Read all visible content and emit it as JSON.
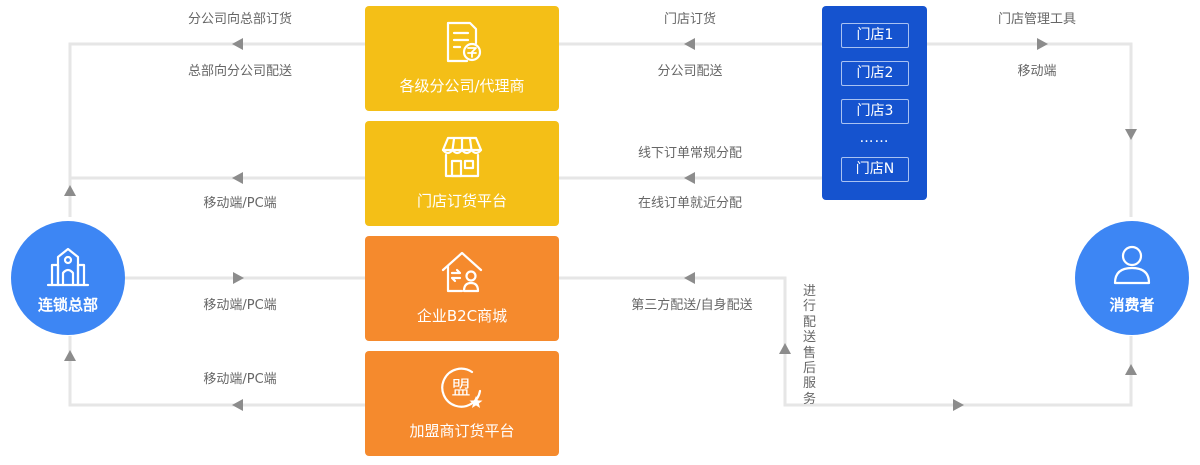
{
  "nodes": {
    "hq": "连锁总部",
    "consumer": "消费者",
    "branch": "各级分公司/代理商",
    "store_platform": "门店订货平台",
    "b2c": "企业B2C商城",
    "franchise": "加盟商订货平台",
    "franchise_icon_char": "盟"
  },
  "stores": {
    "items": [
      "门店1",
      "门店2",
      "门店3"
    ],
    "ellipsis": "……",
    "last": "门店N"
  },
  "labels": {
    "branch_order": "分公司向总部订货",
    "hq_ship": "总部向分公司配送",
    "store_order": "门店订货",
    "branch_ship": "分公司配送",
    "store_tool": "门店管理工具",
    "mobile": "移动端",
    "offline_alloc": "线下订单常规分配",
    "online_alloc": "在线订单就近分配",
    "row2_left": "移动端/PC端",
    "row3_left": "移动端/PC端",
    "row3_right": "第三方配送/自身配送",
    "row4_left": "移动端/PC端",
    "after_sales": "进行配送售后服务"
  },
  "colors": {
    "yellow": "#F4BF17",
    "orange": "#F58A2D",
    "blue": "#3D86F4",
    "dark_blue": "#1553CF",
    "line": "#E6E6E6",
    "arrow": "#8C8C8C"
  }
}
